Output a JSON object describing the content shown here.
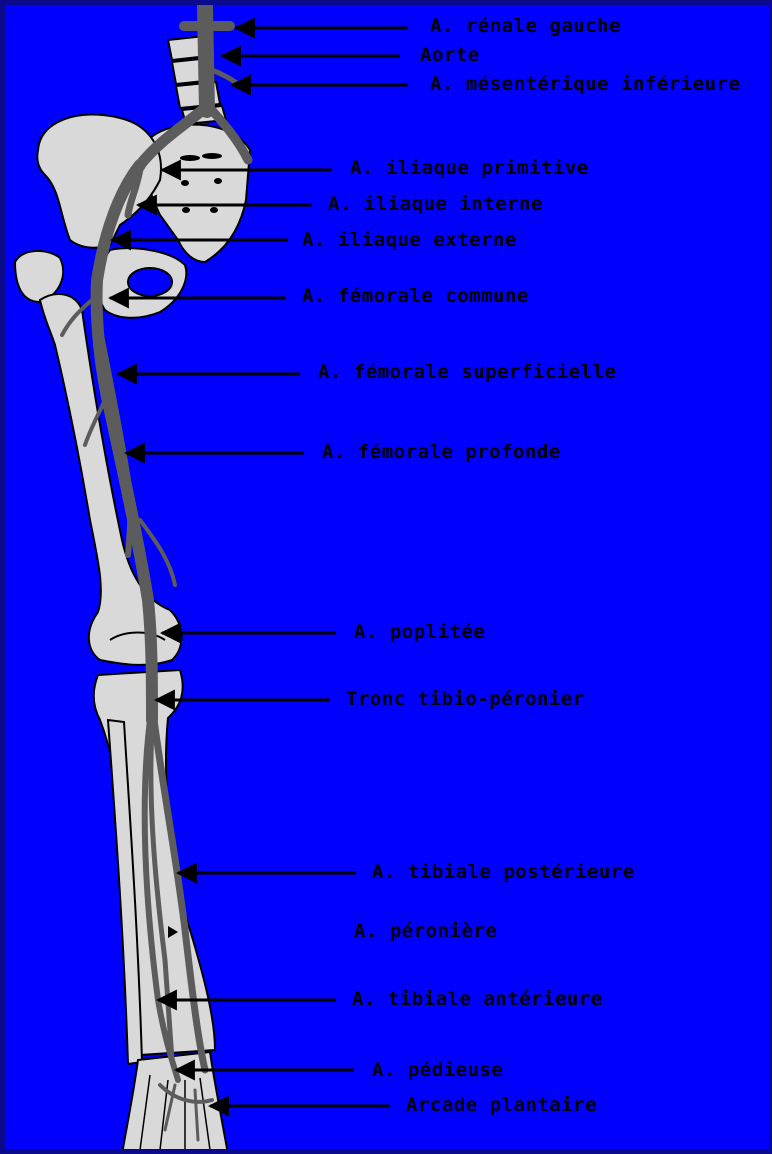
{
  "colors": {
    "background": "#0000fe",
    "bone": "#d9d9d9",
    "outline": "#000000",
    "artery": "#5c5c5c",
    "label_text": "#000000"
  },
  "labels": {
    "renale_gauche": "A. rénale gauche",
    "aorte": "Aorte",
    "mesenterique_inferieure": "A. mésentérique inférieure",
    "iliaque_primitive": "A. iliaque primitive",
    "iliaque_interne": "A. iliaque interne",
    "iliaque_externe": "A. iliaque externe",
    "femorale_commune": "A. fémorale commune",
    "femorale_superficielle": "A. fémorale superficielle",
    "femorale_profonde": "A. fémorale profonde",
    "poplitee": "A. poplitée",
    "tronc_tibio_peronier": "Tronc tibio-péronier",
    "tibiale_posterieure": "A. tibiale postérieure",
    "peroniere": "A. péronière",
    "tibiale_anterieure": "A. tibiale antérieure",
    "pedieuse": "A. pédieuse",
    "arcade_plantaire": "Arcade plantaire"
  }
}
